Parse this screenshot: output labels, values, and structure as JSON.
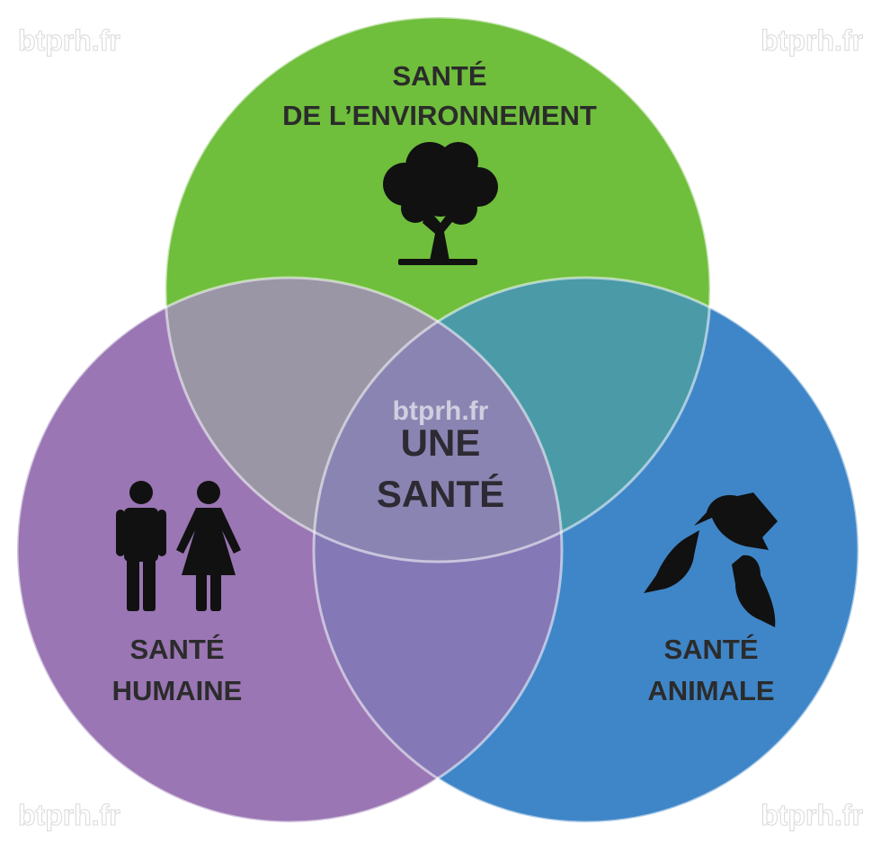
{
  "watermark": "btprh.fr",
  "circles": {
    "environment": {
      "line1": "SANTÉ",
      "line2": "DE L’ENVIRONNEMENT",
      "color": "#6fbe3c",
      "icon": "tree-icon"
    },
    "human": {
      "line1": "SANTÉ",
      "line2": "HUMAINE",
      "color": "#9a76b4",
      "icon": "man-woman-icon"
    },
    "animal": {
      "line1": "SANTÉ",
      "line2": "ANIMALE",
      "color": "#3f86c8",
      "icon": "birds-icon"
    }
  },
  "center": {
    "line1": "UNE",
    "line2": "SANTÉ"
  },
  "colors": {
    "env_human_overlap": "#9a96a6",
    "env_animal_overlap": "#4a9aa8",
    "human_animal_overlap": "#8478b6",
    "center_overlap": "#8a84b2"
  }
}
